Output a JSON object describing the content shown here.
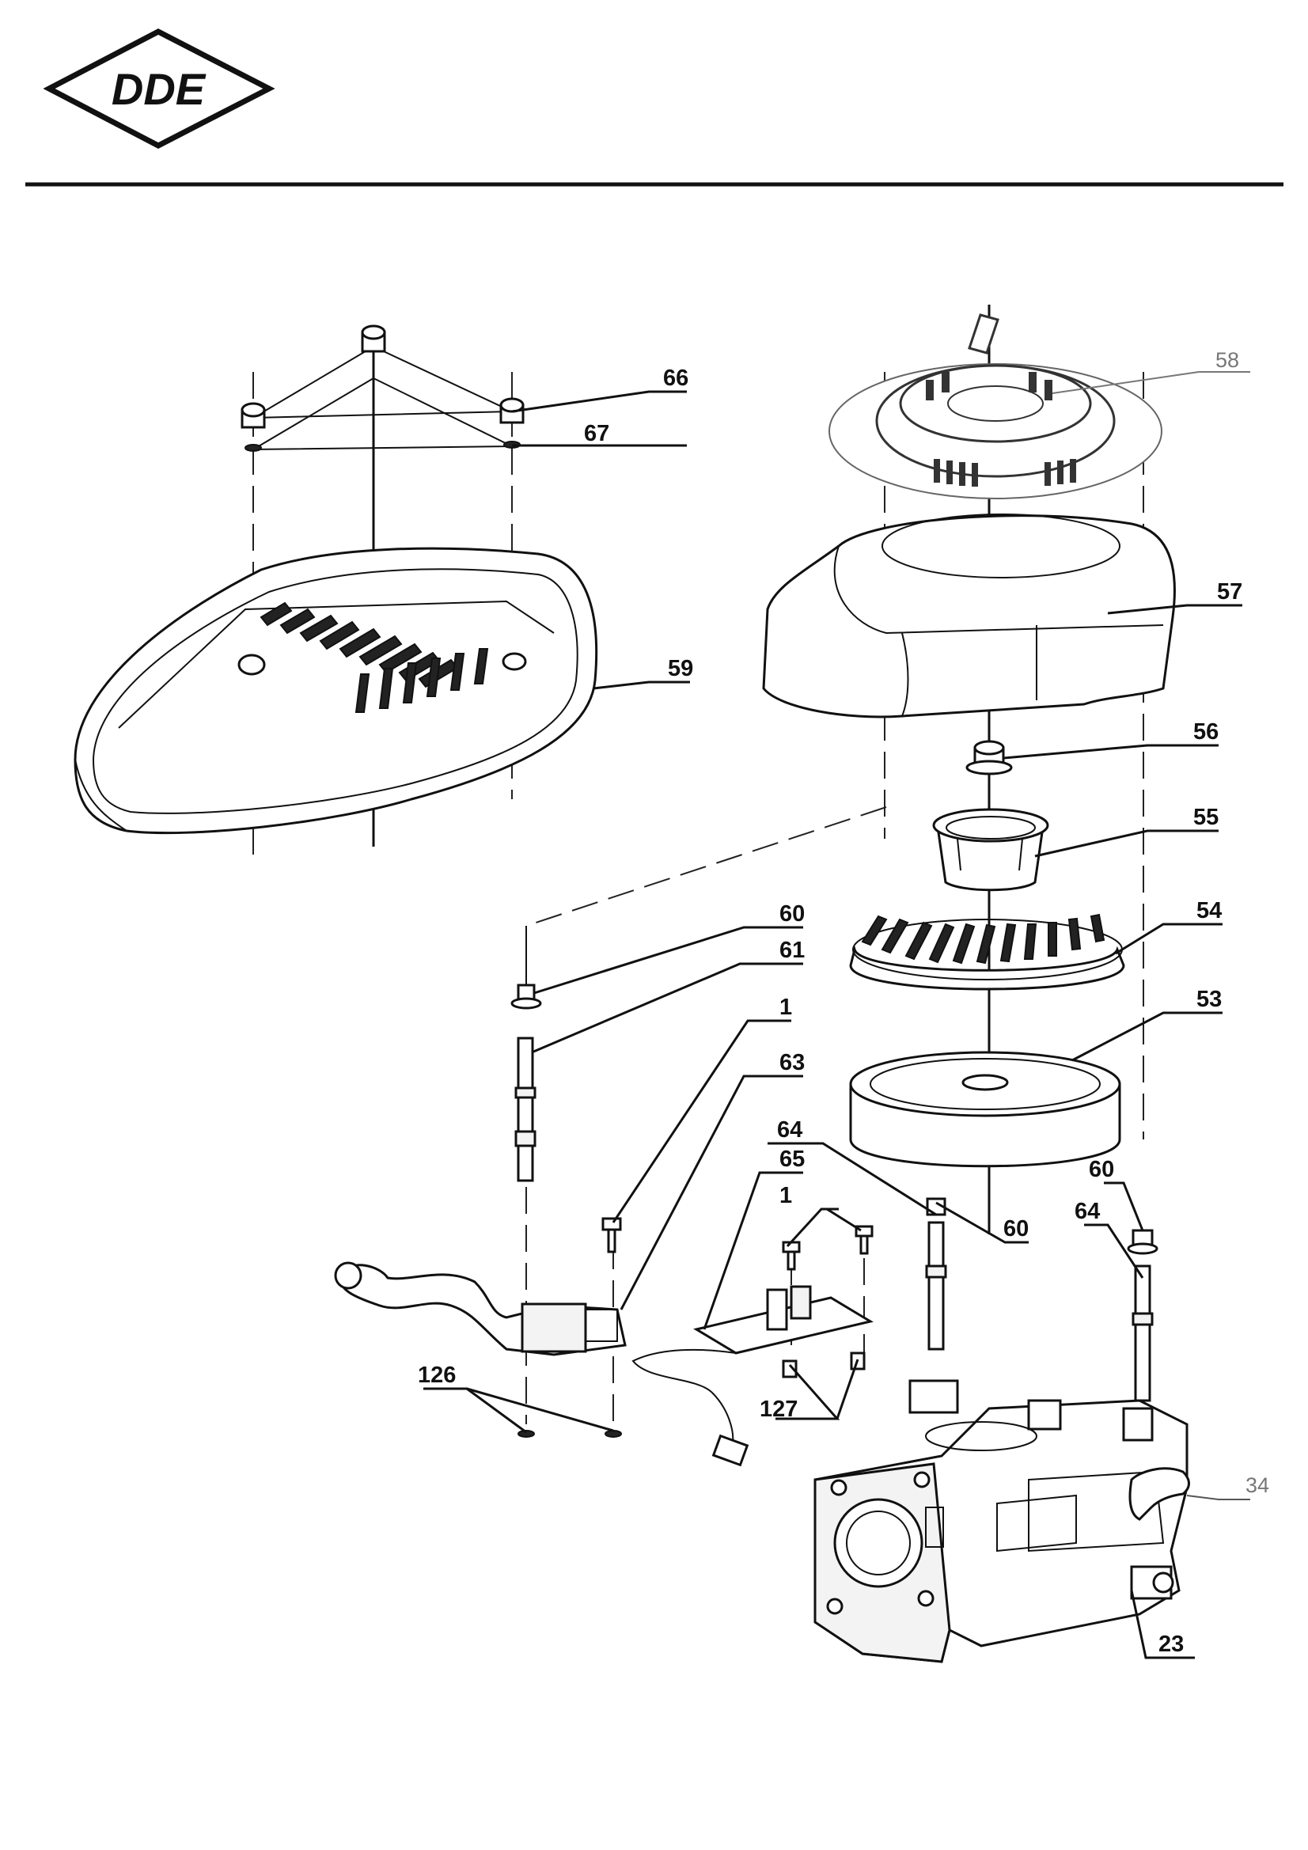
{
  "header": {
    "logo_text": "DDE"
  },
  "callouts": [
    {
      "id": "66",
      "label": "66"
    },
    {
      "id": "67",
      "label": "67"
    },
    {
      "id": "59",
      "label": "59"
    },
    {
      "id": "58",
      "label": "58"
    },
    {
      "id": "57",
      "label": "57"
    },
    {
      "id": "56",
      "label": "56"
    },
    {
      "id": "55",
      "label": "55"
    },
    {
      "id": "54",
      "label": "54"
    },
    {
      "id": "53",
      "label": "53"
    },
    {
      "id": "60a",
      "label": "60"
    },
    {
      "id": "61",
      "label": "61"
    },
    {
      "id": "1a",
      "label": "1"
    },
    {
      "id": "63",
      "label": "63"
    },
    {
      "id": "64a",
      "label": "64"
    },
    {
      "id": "65",
      "label": "65"
    },
    {
      "id": "1b",
      "label": "1"
    },
    {
      "id": "60b",
      "label": "60"
    },
    {
      "id": "60c",
      "label": "60"
    },
    {
      "id": "64b",
      "label": "64"
    },
    {
      "id": "126",
      "label": "126"
    },
    {
      "id": "127",
      "label": "127"
    },
    {
      "id": "34",
      "label": "34"
    },
    {
      "id": "23",
      "label": "23"
    }
  ]
}
